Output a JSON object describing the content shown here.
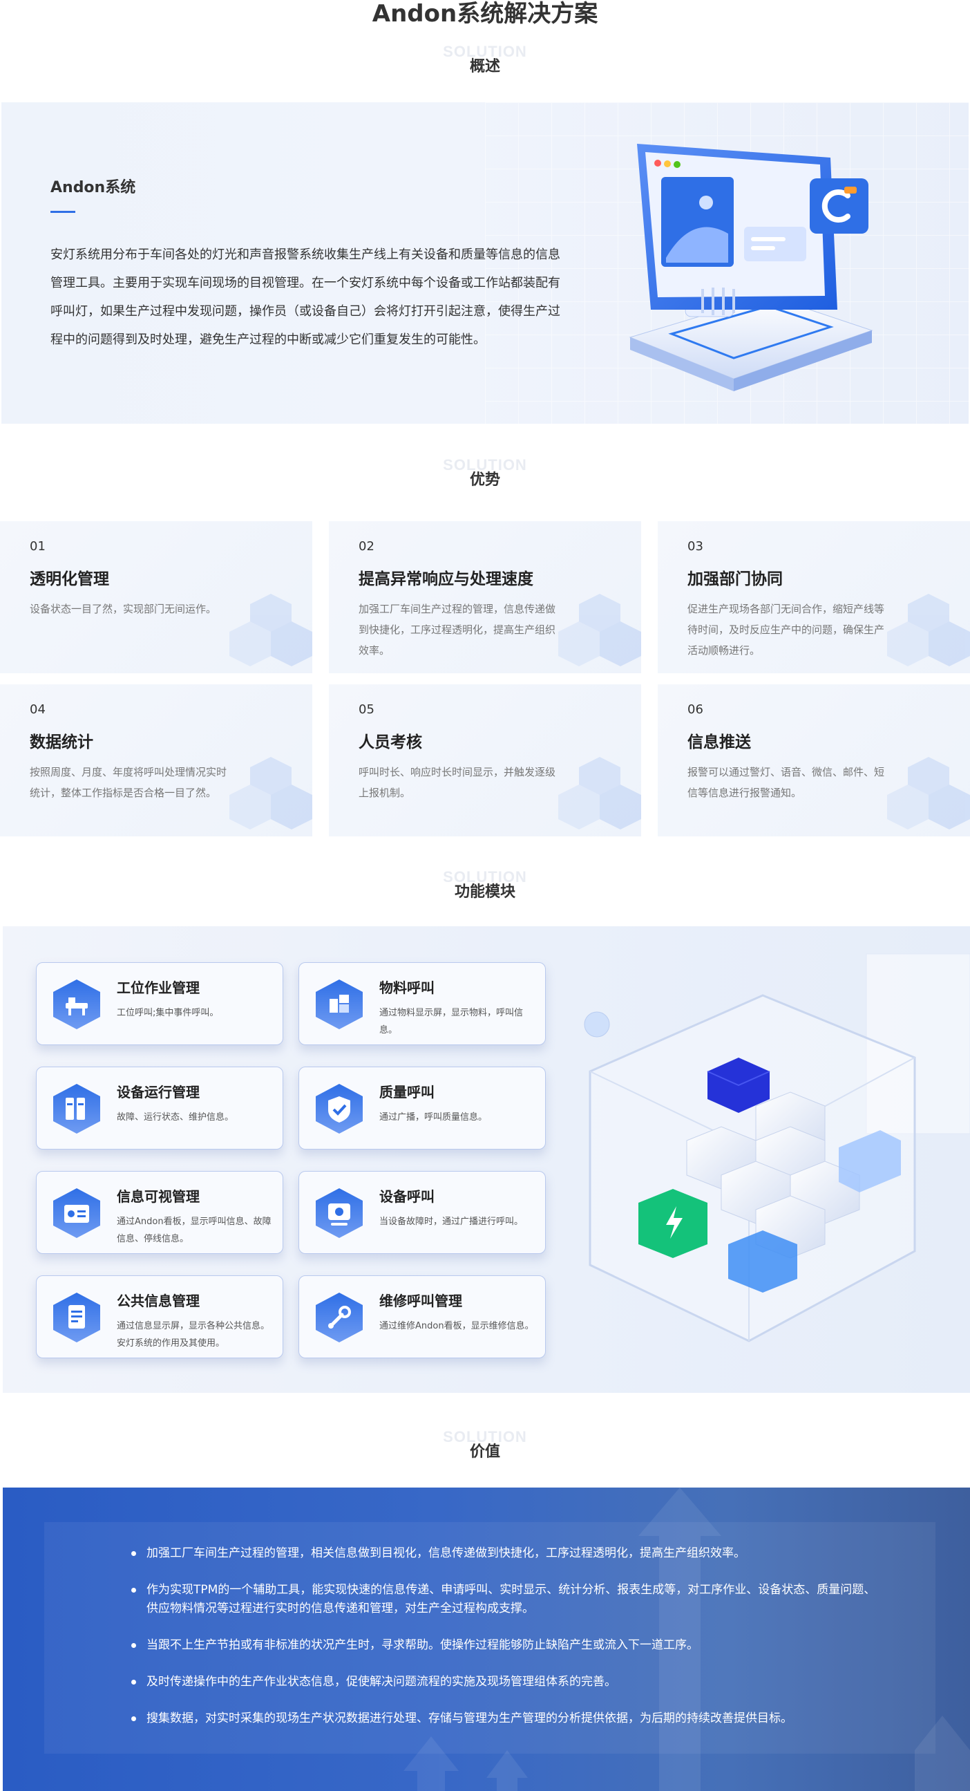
{
  "page": {
    "title": "Andon系统解决方案"
  },
  "sections": {
    "overview": {
      "ghost": "SOLUTION",
      "label": "概述"
    },
    "advantages": {
      "ghost": "SOLUTION",
      "label": "优势"
    },
    "modules": {
      "ghost": "SOLUTION",
      "label": "功能模块"
    },
    "value": {
      "ghost": "SOLUTION",
      "label": "价值"
    }
  },
  "overview": {
    "title": "Andon系统",
    "text": "安灯系统用分布于车间各处的灯光和声音报警系统收集生产线上有关设备和质量等信息的信息管理工具。主要用于实现车间现场的目视管理。在一个安灯系统中每个设备或工作站都装配有呼叫灯，如果生产过程中发现问题，操作员（或设备自己）会将灯打开引起注意，使得生产过程中的问题得到及时处理，避免生产过程的中断或减少它们重复发生的可能性。"
  },
  "advantages": [
    {
      "num": "01",
      "title": "透明化管理",
      "desc": "设备状态一目了然，实现部门无间运作。"
    },
    {
      "num": "02",
      "title": "提高异常响应与处理速度",
      "desc": "加强工厂车间生产过程的管理，信息传递做到快捷化，工序过程透明化，提高生产组织效率。"
    },
    {
      "num": "03",
      "title": "加强部门协同",
      "desc": "促进生产现场各部门无间合作，缩短产线等待时间，及时反应生产中的问题，确保生产活动顺畅进行。"
    },
    {
      "num": "04",
      "title": "数据统计",
      "desc": "按照周度、月度、年度将呼叫处理情况实时统计，整体工作指标是否合格一目了然。"
    },
    {
      "num": "05",
      "title": "人员考核",
      "desc": "呼叫时长、响应时长时间显示，并触发逐级上报机制。"
    },
    {
      "num": "06",
      "title": "信息推送",
      "desc": "报警可以通过警灯、语音、微信、邮件、短信等信息进行报警通知。"
    }
  ],
  "modules": [
    {
      "title": "工位作业管理",
      "desc": "工位呼叫;集中事件呼叫。",
      "icon": "workstation-icon"
    },
    {
      "title": "物料呼叫",
      "desc": "通过物料显示屏，显示物料，呼叫信息。",
      "icon": "material-icon"
    },
    {
      "title": "设备运行管理",
      "desc": "故障、运行状态、维护信息。",
      "icon": "equipment-icon"
    },
    {
      "title": "质量呼叫",
      "desc": "通过广播，呼叫质量信息。",
      "icon": "quality-shield-icon"
    },
    {
      "title": "信息可视管理",
      "desc": "通过Andon看板，显示呼叫信息、故障信息、停线信息。",
      "icon": "dashboard-icon"
    },
    {
      "title": "设备呼叫",
      "desc": "当设备故障时，通过广播进行呼叫。",
      "icon": "monitor-call-icon"
    },
    {
      "title": "公共信息管理",
      "desc": "通过信息显示屏，显示各种公共信息。安灯系统的作用及其使用。",
      "icon": "document-icon"
    },
    {
      "title": "维修呼叫管理",
      "desc": "通过维修Andon看板，显示维修信息。",
      "icon": "wrench-icon"
    }
  ],
  "value": [
    "加强工厂车间生产过程的管理，相关信息做到目视化，信息传递做到快捷化，工序过程透明化，提高生产组织效率。",
    "作为实现TPM的一个辅助工具，能实现快速的信息传递、申请呼叫、实时显示、统计分析、报表生成等，对工序作业、设备状态、质量问题、供应物料情况等过程进行实时的信息传递和管理，对生产全过程构成支撑。",
    "当跟不上生产节拍或有非标准的状况产生时，寻求帮助。使操作过程能够防止缺陷产生或流入下一道工序。",
    "及时传递操作中的生产作业状态信息，促使解决问题流程的实施及现场管理组体系的完善。",
    "搜集数据，对实时采集的现场生产状况数据进行处理、存储与管理为生产管理的分析提供依据，为后期的持续改善提供目标。"
  ]
}
